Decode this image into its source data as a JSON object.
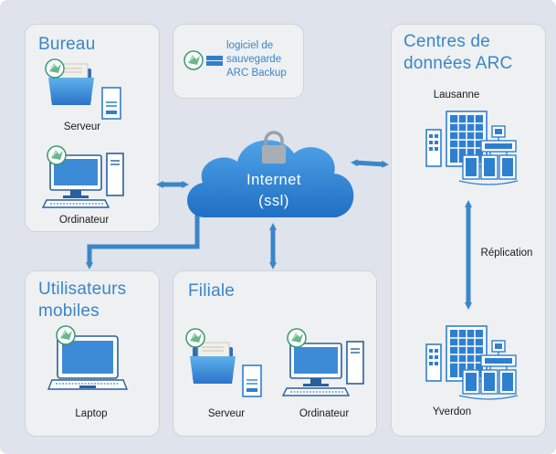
{
  "bureau": {
    "title": "Bureau",
    "server_label": "Serveur",
    "computer_label": "Ordinateur"
  },
  "arc_backup": {
    "text": "logiciel de\nsauvegarde\nARC Backup"
  },
  "cloud": {
    "line1": "Internet",
    "line2": "(ssl)"
  },
  "datacenters": {
    "title": "Centres de\ndonnées ARC",
    "site1": "Lausanne",
    "site2": "Yverdon",
    "replication": "Réplication"
  },
  "mobile": {
    "title": "Utilisateurs\nmobiles",
    "laptop_label": "Laptop"
  },
  "filiale": {
    "title": "Filiale",
    "server_label": "Serveur",
    "computer_label": "Ordinateur"
  },
  "colors": {
    "accent": "#3b86c8",
    "panel": "#eef0f2",
    "background": "#dfe3ec",
    "cloud": "#2f7fcf"
  }
}
